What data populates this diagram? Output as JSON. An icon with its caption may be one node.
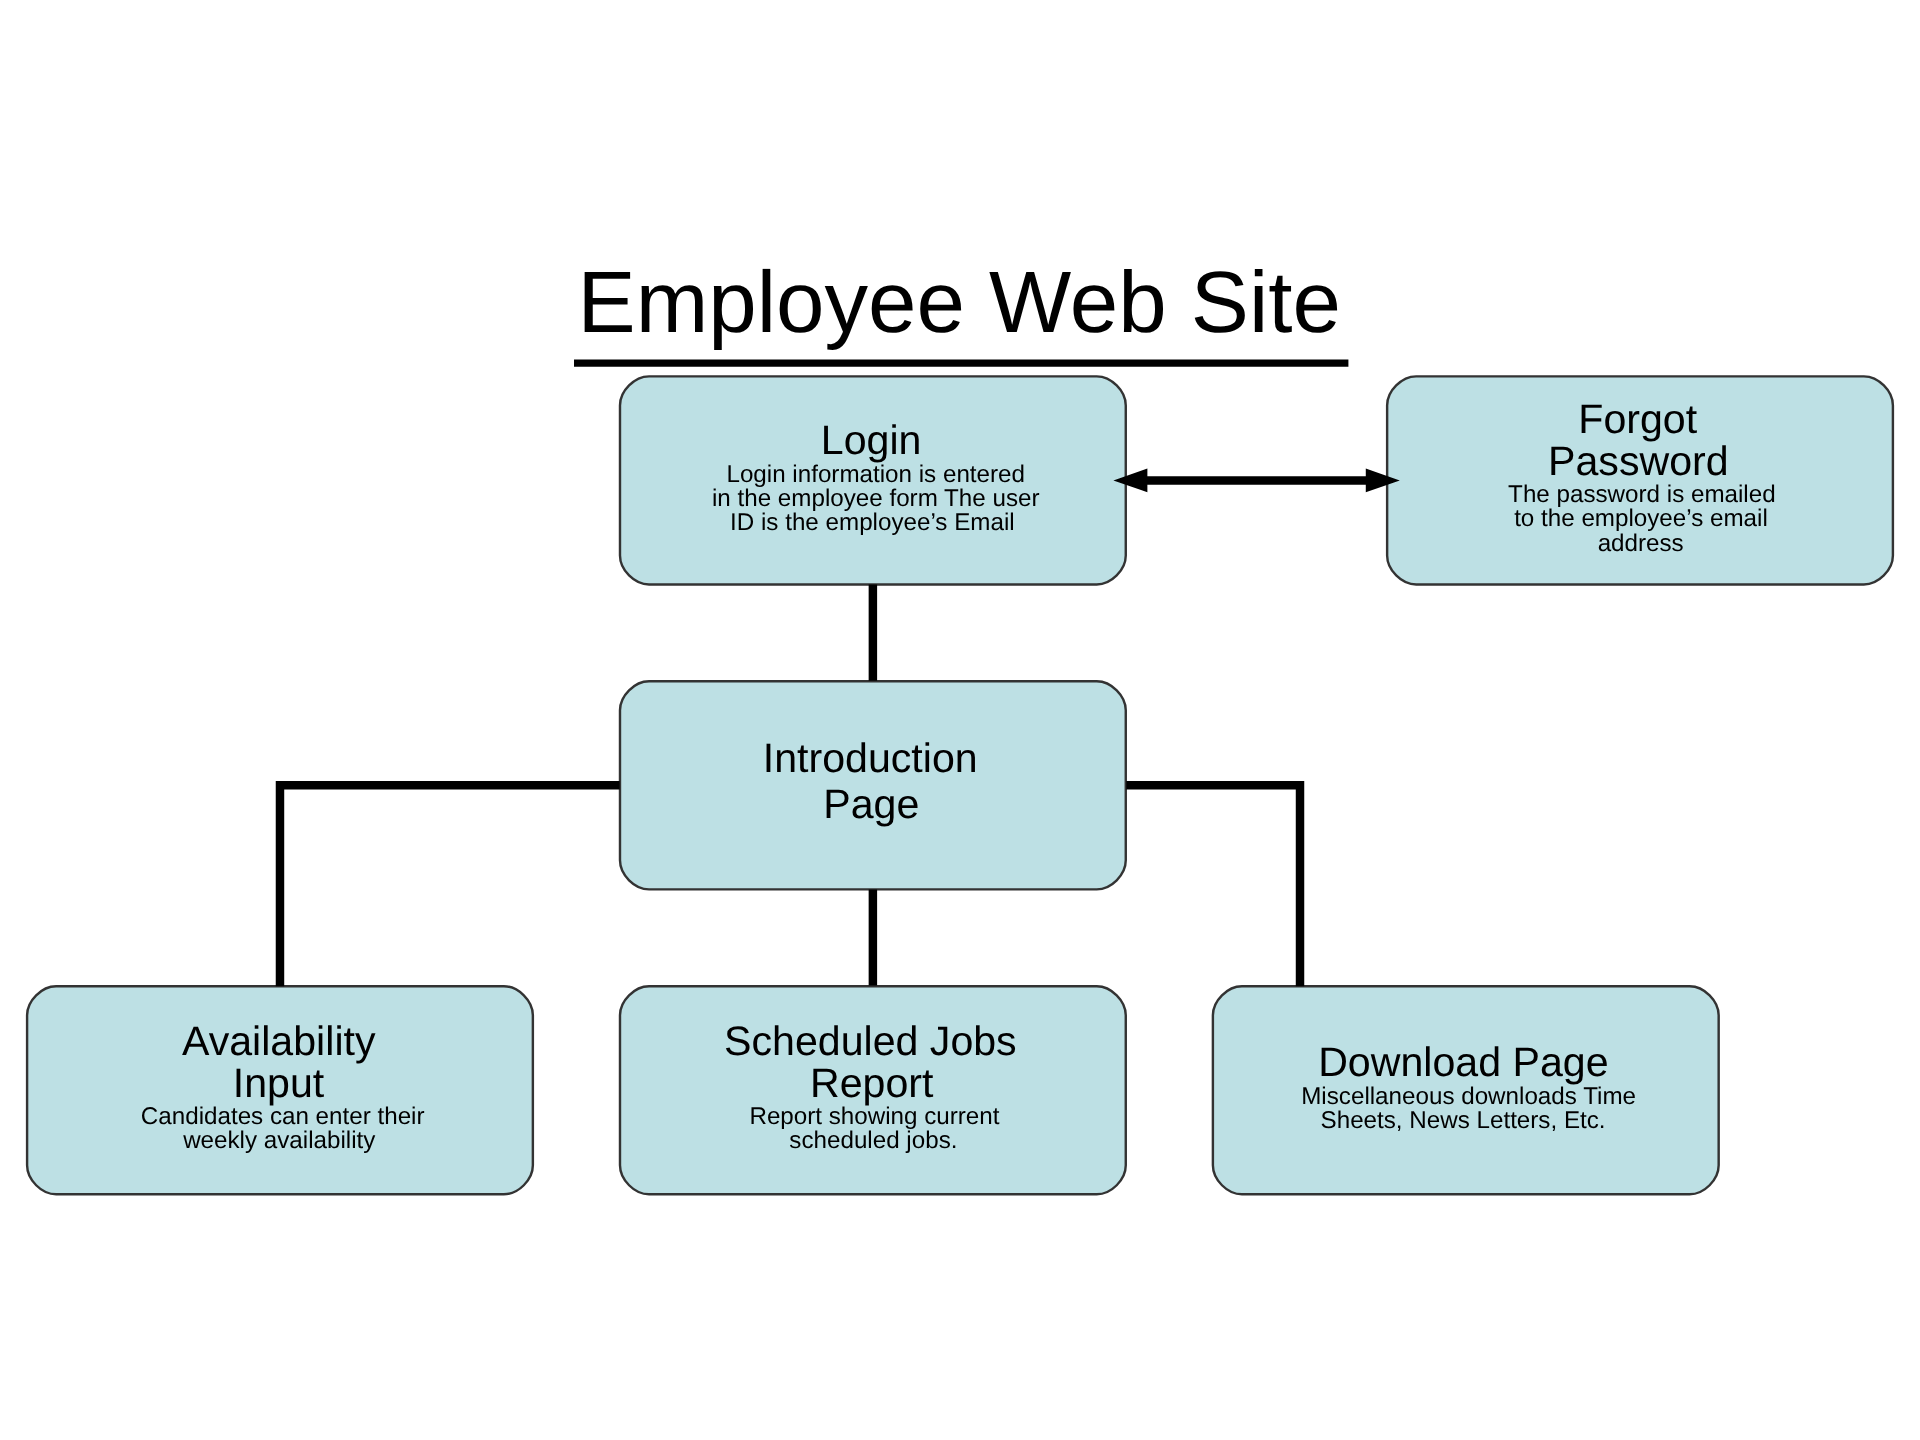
{
  "diagram": {
    "title": "Employee Web Site",
    "nodes": [
      {
        "text": [
          "Login",
          "Login information is entered in the employee form The user ID is the employee’s Email"
        ]
      },
      {
        "text": [
          "Forgot Password",
          "The password is emailed to the employee’s email address"
        ]
      },
      {
        "text": [
          "Introduction Page"
        ]
      },
      {
        "text": [
          "Availability Input",
          "Candidates can enter their weekly availability"
        ]
      },
      {
        "text": [
          "Scheduled Jobs Report",
          "Report showing current scheduled jobs."
        ]
      },
      {
        "text": [
          "Download Page",
          "Miscellaneous downloads Time Sheets, News Letters, Etc."
        ]
      }
    ],
    "edges": [
      {
        "from": 0,
        "to": 1,
        "arrow": "both"
      },
      {
        "from": 0,
        "to": 2,
        "arrow": "none"
      },
      {
        "from": 2,
        "to": 3,
        "arrow": "none"
      },
      {
        "from": 2,
        "to": 4,
        "arrow": "none"
      },
      {
        "from": 2,
        "to": 5,
        "arrow": "none"
      }
    ]
  }
}
